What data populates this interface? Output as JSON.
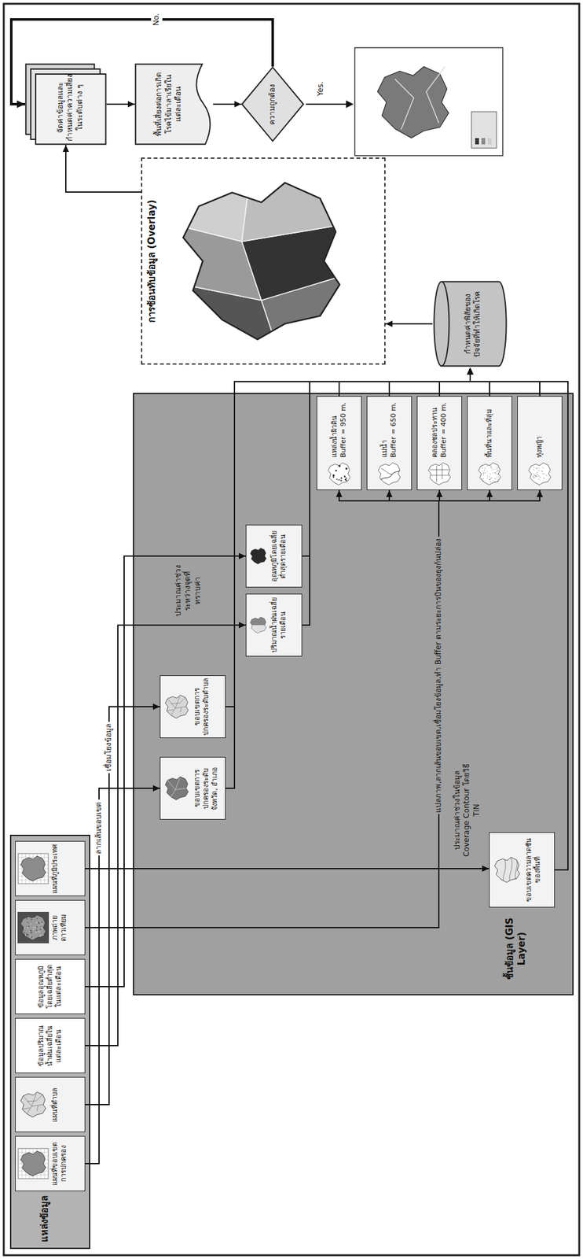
{
  "diagram": {
    "nodes": [
      {
        "text": [
          "แหล่งข้อมูล"
        ]
      },
      {
        "text": [
          "แผนที่ขอบเขตการปกครอง"
        ],
        "in": 0
      },
      {
        "text": [
          "แผนที่ตำบล"
        ],
        "in": 0
      },
      {
        "text": [
          "ข้อมูลปริมาณน้ำฝนเฉลี่ยในแต่ละเดือน"
        ],
        "in": 0
      },
      {
        "text": [
          "ข้อมูลอุณหภูมิโดยเฉลี่ยต่ำสุดในแต่ละเดือน"
        ],
        "in": 0
      },
      {
        "text": [
          "ภาพถ่ายดาวเทียม"
        ],
        "in": 0
      },
      {
        "text": [
          "แผนที่ภูมิประเทศ"
        ],
        "in": 0
      },
      {
        "text": [
          "ชั้นข้อมูล (GIS Layer)"
        ]
      },
      {
        "text": [
          "ขอบเขตการปกครองระดับจังหวัด, อำเภอ"
        ],
        "in": 7
      },
      {
        "text": [
          "ขอบเขตการปกครองระดับตำบล"
        ],
        "in": 7
      },
      {
        "text": [
          "ปริมาณน้ำฝนเฉลี่ยรายเดือน"
        ],
        "in": 7
      },
      {
        "text": [
          "อุณหภูมิโดยเฉลี่ยต่ำสุดรายเดือน"
        ],
        "in": 7
      },
      {
        "text": [
          "แหล่งน้ำผิวดิน",
          "Buffer = 950 m."
        ],
        "in": 7
      },
      {
        "text": [
          "แม่น้ำ",
          "Buffer = 650 m."
        ],
        "in": 7
      },
      {
        "text": [
          "คลองชลประทาน",
          "Buffer = 400 m."
        ],
        "in": 7
      },
      {
        "text": [
          "พื้นที่นาและที่ลุ่ม"
        ],
        "in": 7
      },
      {
        "text": [
          "ทุ่งหญ้า"
        ],
        "in": 7
      },
      {
        "text": [
          "ขอบเขตความลาดชันของพื้นที่"
        ],
        "in": 7
      },
      {
        "text": [
          "กำหนดค่าพิสัยของปัจจัยที่ทำให้เกิดโรค"
        ]
      },
      {
        "text": [
          "การซ้อนทับข้อมูล (Overlay)"
        ]
      },
      {
        "text": [
          "จัดค่าข้อมูลและกำหนดค่าความเสี่ยงในระดับต่าง ๆ"
        ]
      },
      {
        "text": [
          "พื้นที่เสี่ยงต่อการเกิดโรคไข้มาลาเรียในแต่ละเดือน"
        ]
      },
      {
        "text": [
          "ความถูกต้อง"
        ]
      }
    ],
    "edges": [
      {
        "from": 1,
        "to": 8,
        "arrow": "to",
        "label": "ลากเส้นขอบเขต"
      },
      {
        "from": 2,
        "to": 9,
        "arrow": "to",
        "label": "เชื่อมโยงข้อมูล"
      },
      {
        "from": 3,
        "to": 10,
        "arrow": "to",
        "label": "ประมาณค่าช่วงระหว่างจุดที่ทราบค่า"
      },
      {
        "from": 4,
        "to": 11,
        "arrow": "to"
      },
      {
        "from": 5,
        "to": 12,
        "arrow": "to",
        "label": "แปลภาพ,ลากเส้นขอบเขต,เชื่อมโยงข้อมูล,ทำ Buffer ตามระยะการบินของยุงก้นปล่อง"
      },
      {
        "from": 5,
        "to": 13,
        "arrow": "to"
      },
      {
        "from": 5,
        "to": 14,
        "arrow": "to"
      },
      {
        "from": 5,
        "to": 15,
        "arrow": "to"
      },
      {
        "from": 5,
        "to": 16,
        "arrow": "to"
      },
      {
        "from": 6,
        "to": 17,
        "arrow": "to",
        "label": "ประมาณค่าช่วงในข้อมูล Coverage Contour โดยวิธี TIN"
      },
      {
        "from": 8,
        "to": 18,
        "arrow": "to"
      },
      {
        "from": 9,
        "to": 18,
        "arrow": "to"
      },
      {
        "from": 10,
        "to": 18,
        "arrow": "to"
      },
      {
        "from": 11,
        "to": 18,
        "arrow": "to"
      },
      {
        "from": 12,
        "to": 18,
        "arrow": "to"
      },
      {
        "from": 13,
        "to": 18,
        "arrow": "to"
      },
      {
        "from": 14,
        "to": 18,
        "arrow": "to"
      },
      {
        "from": 15,
        "to": 18,
        "arrow": "to"
      },
      {
        "from": 16,
        "to": 18,
        "arrow": "to"
      },
      {
        "from": 17,
        "to": 18,
        "arrow": "to"
      },
      {
        "from": 18,
        "to": 19,
        "arrow": "to"
      },
      {
        "from": 19,
        "to": 20,
        "arrow": "to"
      },
      {
        "from": 20,
        "to": 21,
        "arrow": "to"
      },
      {
        "from": 21,
        "to": 22,
        "arrow": "to"
      },
      {
        "from": 22,
        "to": 20,
        "arrow": "to",
        "label": "No."
      }
    ],
    "labels": [
      "Yes."
    ]
  }
}
